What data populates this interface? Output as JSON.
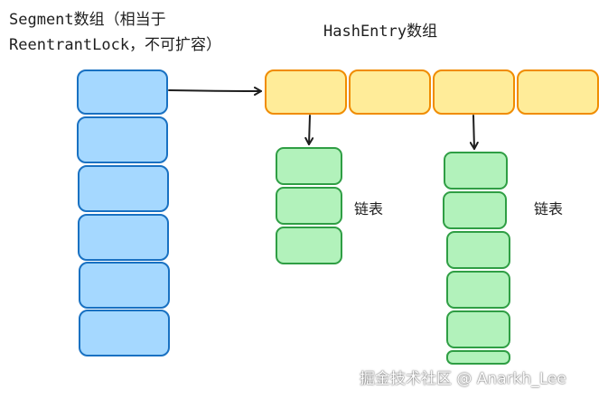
{
  "labels": {
    "segment_title_line1": "Segment数组（相当于",
    "segment_title_line2": "ReentrantLock，不可扩容）",
    "hashentry_title": "HashEntry数组",
    "chain_label_1": "链表",
    "chain_label_2": "链表"
  },
  "watermark": "掘金技术社区 @ Anarkh_Lee",
  "colors": {
    "segment_fill": "#a5d8ff",
    "segment_stroke": "#1971c2",
    "hashentry_fill": "#ffec99",
    "hashentry_stroke": "#f08c00",
    "chain_fill": "#b2f2bb",
    "chain_stroke": "#2f9e44",
    "arrow": "#1e1e1e"
  },
  "diagram": {
    "segment_count": 6,
    "hashentry_count": 4,
    "chain_1_count": 3,
    "chain_2_count": 6
  }
}
